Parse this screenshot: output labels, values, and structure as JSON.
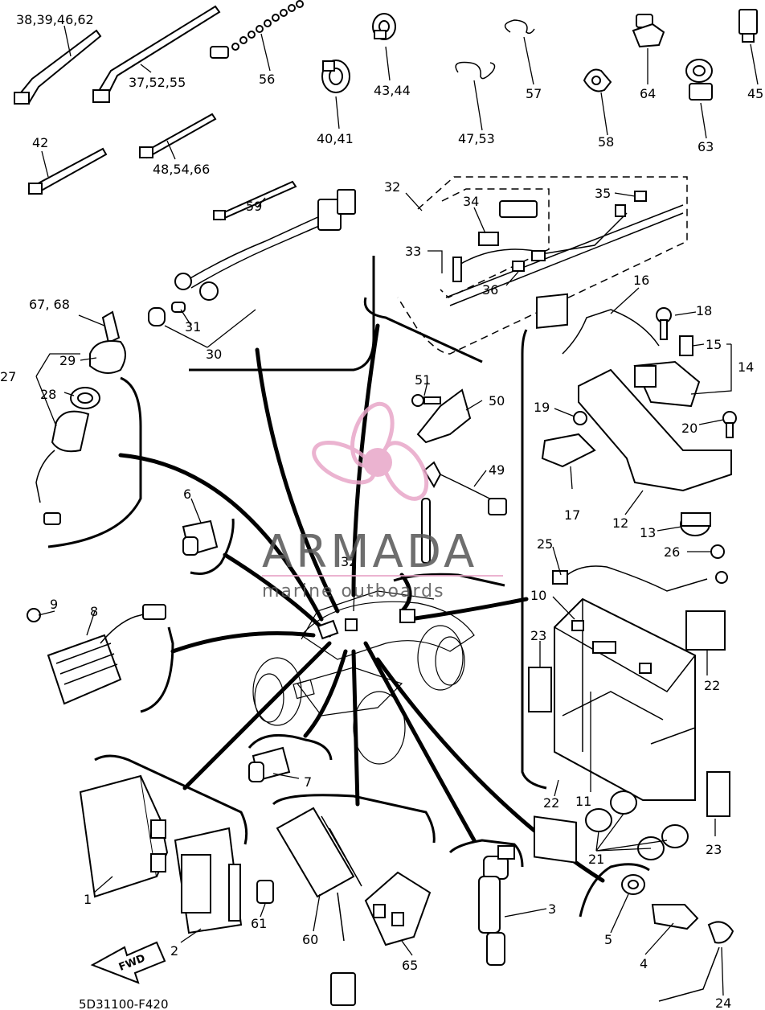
{
  "diagram": {
    "figure_code": "5D31100-F420",
    "fwd_label": "FWD",
    "callouts": [
      {
        "id": "c-38-39-46-62",
        "text": "38,39,46,62"
      },
      {
        "id": "c-37-52-55",
        "text": "37,52,55"
      },
      {
        "id": "c-56",
        "text": "56"
      },
      {
        "id": "c-43-44",
        "text": "43,44"
      },
      {
        "id": "c-57",
        "text": "57"
      },
      {
        "id": "c-64",
        "text": "64"
      },
      {
        "id": "c-45",
        "text": "45"
      },
      {
        "id": "c-40-41",
        "text": "40,41"
      },
      {
        "id": "c-47-53",
        "text": "47,53"
      },
      {
        "id": "c-58",
        "text": "58"
      },
      {
        "id": "c-63",
        "text": "63"
      },
      {
        "id": "c-42",
        "text": "42"
      },
      {
        "id": "c-48-54-66",
        "text": "48,54,66"
      },
      {
        "id": "c-32-top",
        "text": "32"
      },
      {
        "id": "c-34",
        "text": "34"
      },
      {
        "id": "c-35",
        "text": "35"
      },
      {
        "id": "c-33",
        "text": "33"
      },
      {
        "id": "c-36",
        "text": "36"
      },
      {
        "id": "c-59",
        "text": "59"
      },
      {
        "id": "c-16",
        "text": "16"
      },
      {
        "id": "c-18",
        "text": "18"
      },
      {
        "id": "c-15",
        "text": "15"
      },
      {
        "id": "c-14",
        "text": "14"
      },
      {
        "id": "c-67-68",
        "text": "67, 68"
      },
      {
        "id": "c-31",
        "text": "31"
      },
      {
        "id": "c-30",
        "text": "30"
      },
      {
        "id": "c-29",
        "text": "29"
      },
      {
        "id": "c-27",
        "text": "27"
      },
      {
        "id": "c-28",
        "text": "28"
      },
      {
        "id": "c-51",
        "text": "51"
      },
      {
        "id": "c-50",
        "text": "50"
      },
      {
        "id": "c-19",
        "text": "19"
      },
      {
        "id": "c-20",
        "text": "20"
      },
      {
        "id": "c-17",
        "text": "17"
      },
      {
        "id": "c-12",
        "text": "12"
      },
      {
        "id": "c-13",
        "text": "13"
      },
      {
        "id": "c-49",
        "text": "49"
      },
      {
        "id": "c-6",
        "text": "6"
      },
      {
        "id": "c-25",
        "text": "25"
      },
      {
        "id": "c-26",
        "text": "26"
      },
      {
        "id": "c-32-mid",
        "text": "32"
      },
      {
        "id": "c-10",
        "text": "10"
      },
      {
        "id": "c-9",
        "text": "9"
      },
      {
        "id": "c-8",
        "text": "8"
      },
      {
        "id": "c-23-left",
        "text": "23"
      },
      {
        "id": "c-22-right",
        "text": "22"
      },
      {
        "id": "c-22-bottom",
        "text": "22"
      },
      {
        "id": "c-11",
        "text": "11"
      },
      {
        "id": "c-7",
        "text": "7"
      },
      {
        "id": "c-21",
        "text": "21"
      },
      {
        "id": "c-23-right",
        "text": "23"
      },
      {
        "id": "c-1",
        "text": "1"
      },
      {
        "id": "c-2",
        "text": "2"
      },
      {
        "id": "c-61",
        "text": "61"
      },
      {
        "id": "c-60",
        "text": "60"
      },
      {
        "id": "c-65",
        "text": "65"
      },
      {
        "id": "c-3",
        "text": "3"
      },
      {
        "id": "c-5",
        "text": "5"
      },
      {
        "id": "c-4",
        "text": "4"
      },
      {
        "id": "c-24",
        "text": "24"
      }
    ]
  },
  "watermark": {
    "brand": "ARMADA",
    "tagline": "marine outboards",
    "logo_color": "#e8a6c8"
  }
}
